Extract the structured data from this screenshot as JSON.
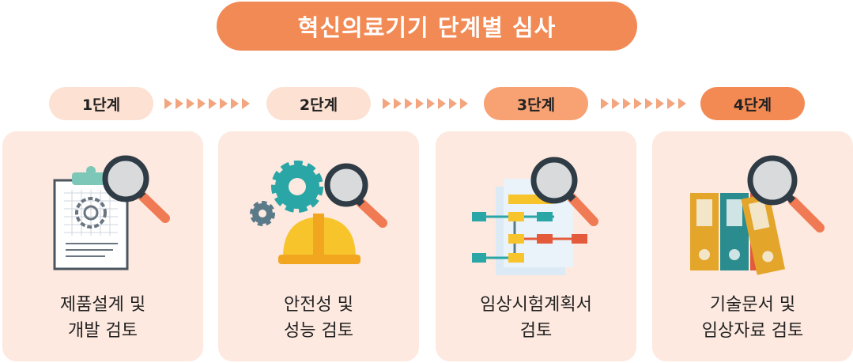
{
  "title": "혁신의료기기 단계별 심사",
  "steps": [
    {
      "label": "1단계",
      "line1": "제품설계 및",
      "line2": "개발 검토"
    },
    {
      "label": "2단계",
      "line1": "안전성 및",
      "line2": "성능 검토"
    },
    {
      "label": "3단계",
      "line1": "임상시험계획서",
      "line2": "검토"
    },
    {
      "label": "4단계",
      "line1": "기술문서 및",
      "line2": "임상자료 검토"
    }
  ],
  "icons": [
    "clipboard-gear-icon",
    "gears-hardhat-icon",
    "flowchart-document-icon",
    "binders-icon",
    "magnifier-icon"
  ],
  "colors": {
    "title_bg": "#f28a55",
    "pill_light": "#fde1d2",
    "pill_mid": "#f8a273",
    "pill_dark": "#f48a53",
    "card_bg": "#fde9df",
    "arrow": "#f2a57e"
  }
}
